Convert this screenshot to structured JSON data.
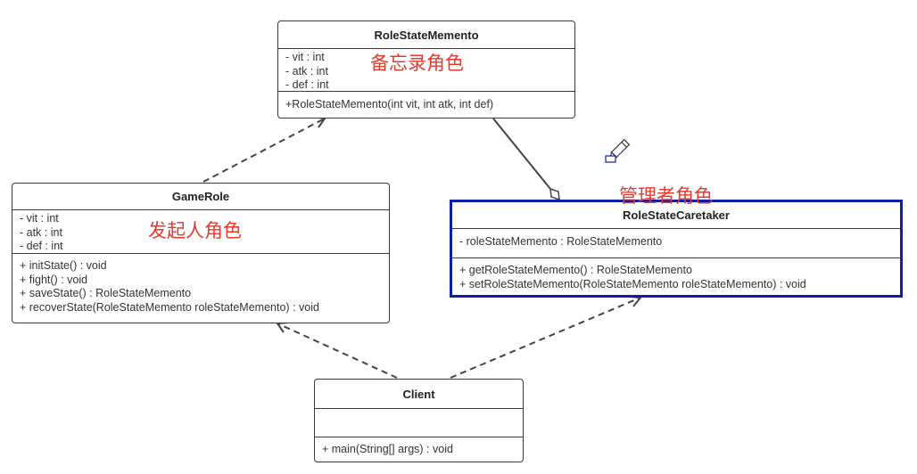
{
  "classes": {
    "memento": {
      "name": "RoleStateMemento",
      "attributes": [
        "- vit : int",
        "- atk : int",
        "- def : int"
      ],
      "methods": [
        "+RoleStateMemento(int vit, int atk, int def)"
      ]
    },
    "game_role": {
      "name": "GameRole",
      "attributes": [
        "- vit : int",
        "- atk : int",
        "- def : int"
      ],
      "methods": [
        "+ initState() : void",
        "+ fight() : void",
        "+ saveState() : RoleStateMemento",
        "+ recoverState(RoleStateMemento roleStateMemento) : void"
      ]
    },
    "caretaker": {
      "name": "RoleStateCaretaker",
      "attributes": [
        "- roleStateMemento : RoleStateMemento"
      ],
      "methods": [
        "+ getRoleStateMemento() : RoleStateMemento",
        "+ setRoleStateMemento(RoleStateMemento roleStateMemento) : void"
      ]
    },
    "client": {
      "name": "Client",
      "attributes": [],
      "methods": [
        "+ main(String[] args) : void"
      ]
    }
  },
  "annotations": {
    "memento_role": "备忘录角色",
    "originator_role": "发起人角色",
    "caretaker_role": "管理者角色"
  },
  "relations": [
    {
      "from": "GameRole",
      "to": "RoleStateMemento",
      "kind": "dependency"
    },
    {
      "from": "RoleStateCaretaker",
      "to": "RoleStateMemento",
      "kind": "aggregation"
    },
    {
      "from": "Client",
      "to": "GameRole",
      "kind": "dependency"
    },
    {
      "from": "Client",
      "to": "RoleStateCaretaker",
      "kind": "dependency"
    }
  ],
  "colors": {
    "line": "#3a3a3a",
    "selected_border": "#0b1fa8",
    "annotation": "#e8392c"
  },
  "icons": [
    "pencil-icon",
    "resize-handle-icon"
  ]
}
